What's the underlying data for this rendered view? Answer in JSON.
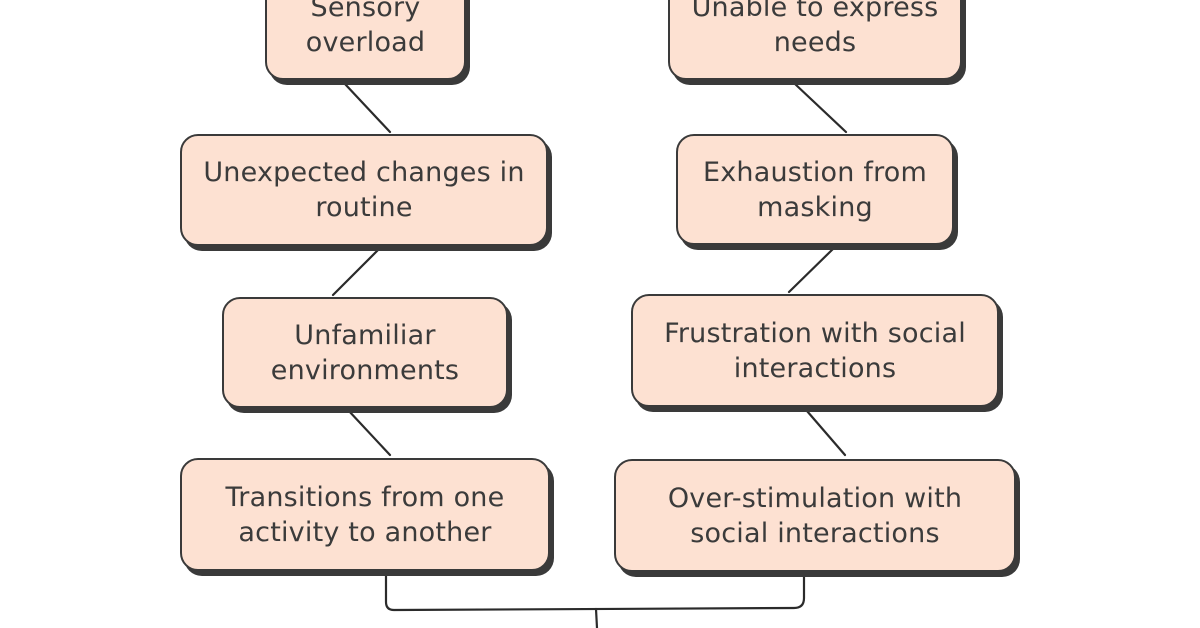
{
  "diagram": {
    "left_column": [
      {
        "label": "Sensory overload"
      },
      {
        "label": "Unexpected changes in routine"
      },
      {
        "label": "Unfamiliar environments"
      },
      {
        "label": "Transitions from one activity to another"
      }
    ],
    "right_column": [
      {
        "label": "Unable to express needs"
      },
      {
        "label": "Exhaustion from masking"
      },
      {
        "label": "Frustration with social interactions"
      },
      {
        "label": "Over-stimulation with social interactions"
      }
    ],
    "colors": {
      "box_fill": "#fde1d2",
      "box_border": "#3a3a3a",
      "text": "#3b3b3b",
      "connector": "#2b2b2b"
    }
  }
}
